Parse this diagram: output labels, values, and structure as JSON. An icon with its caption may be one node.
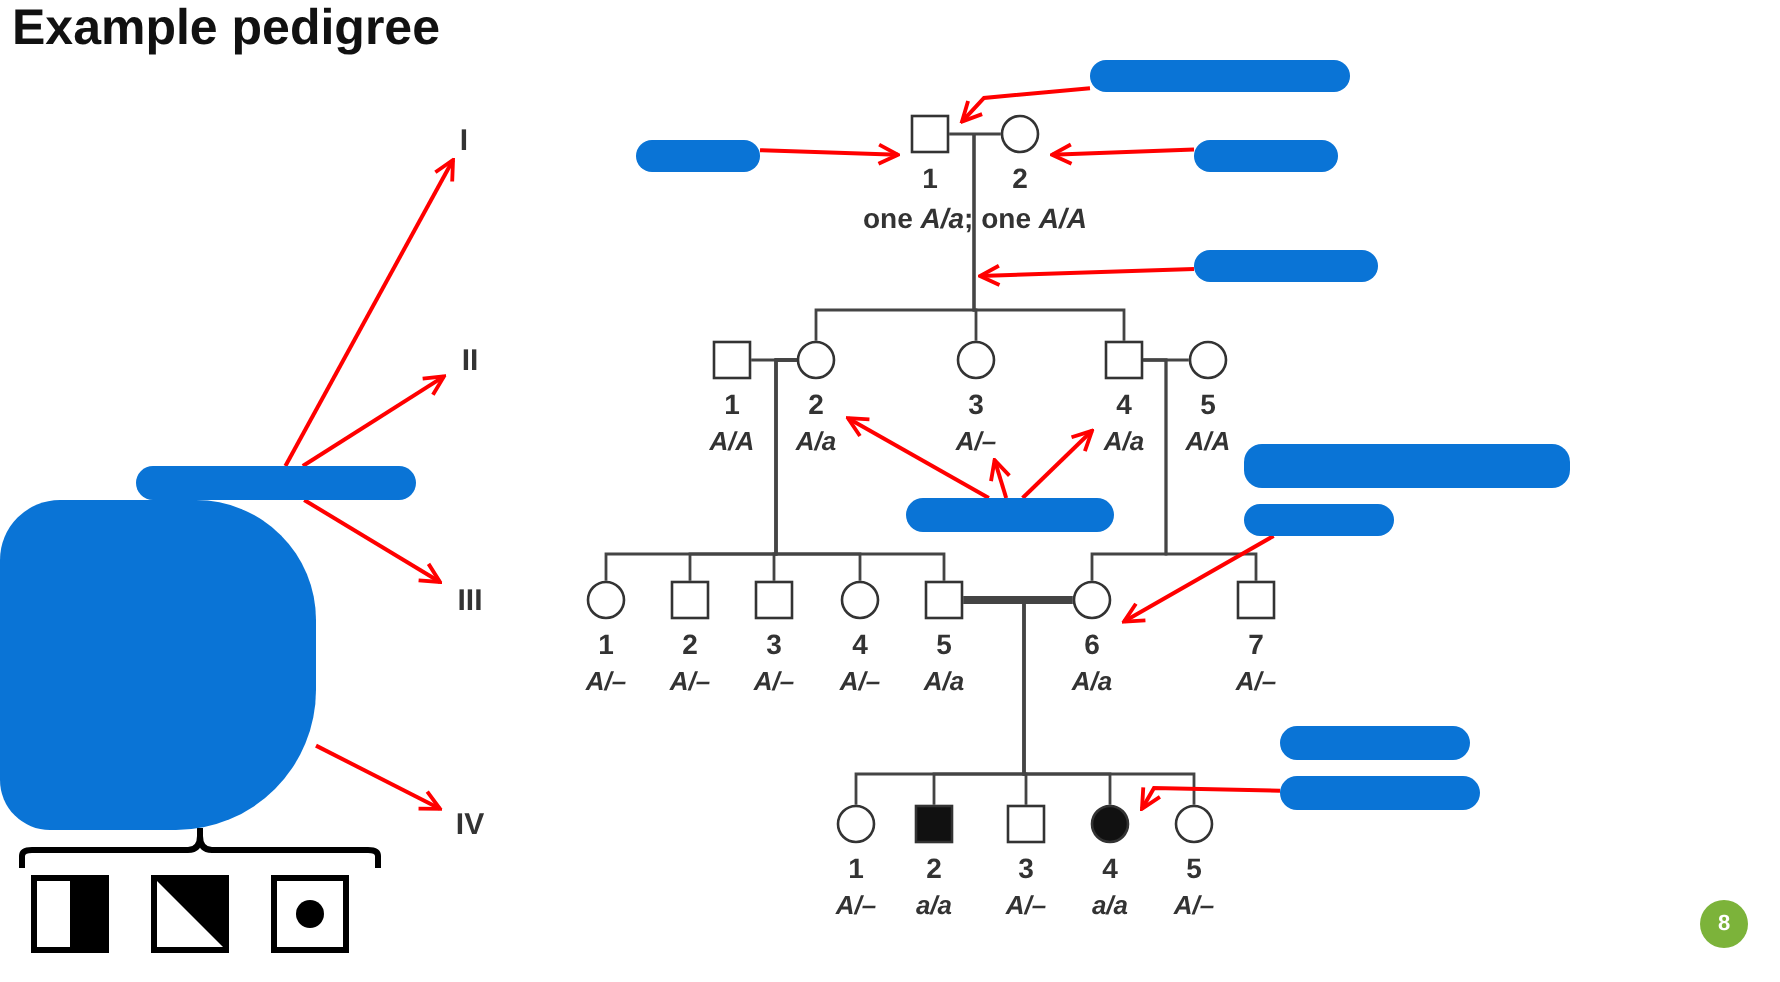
{
  "diagram": {
    "title": "Example pedigree",
    "nodes": [
      {
        "text": [],
        "shape": "scribble"
      },
      {
        "text": [
          "1"
        ]
      },
      {
        "text": [
          "2"
        ]
      },
      {
        "text": [],
        "shape": "scribble"
      },
      {
        "text": [],
        "shape": "scribble"
      },
      {
        "text": [
          "I"
        ]
      },
      {
        "text": [],
        "shape": "scribble"
      },
      {
        "text": [
          "II"
        ]
      },
      {
        "text": [
          "1",
          "A/A"
        ]
      },
      {
        "text": [
          "2",
          "A/a"
        ]
      },
      {
        "text": [
          "3",
          "A/–"
        ]
      },
      {
        "text": [
          "4",
          "A/a"
        ]
      },
      {
        "text": [
          "5",
          "A/A"
        ]
      },
      {
        "text": [],
        "shape": "scribble"
      },
      {
        "text": [],
        "shape": "scribble"
      },
      {
        "text": [],
        "shape": "scribble"
      },
      {
        "text": [],
        "shape": "scribble"
      },
      {
        "text": [
          "III"
        ]
      },
      {
        "text": [
          "1",
          "A/–"
        ]
      },
      {
        "text": [
          "2",
          "A/–"
        ]
      },
      {
        "text": [
          "3",
          "A/–"
        ]
      },
      {
        "text": [
          "4",
          "A/–"
        ]
      },
      {
        "text": [
          "5",
          "A/a"
        ]
      },
      {
        "text": [
          "6",
          "A/a"
        ]
      },
      {
        "text": [
          "7",
          "A/–"
        ]
      },
      {
        "text": [],
        "shape": "scribble"
      },
      {
        "text": [],
        "shape": "scribble"
      },
      {
        "text": [],
        "shape": "scribble"
      },
      {
        "text": [
          "IV"
        ]
      },
      {
        "text": [
          "1",
          "A/–"
        ]
      },
      {
        "text": [
          "2",
          "a/a"
        ]
      },
      {
        "text": [
          "3",
          "A/–"
        ]
      },
      {
        "text": [
          "4",
          "a/a"
        ]
      },
      {
        "text": [
          "5",
          "A/–"
        ]
      },
      {
        "text": [],
        "shape": "box"
      },
      {
        "text": [],
        "shape": "box"
      },
      {
        "text": [],
        "shape": "box"
      }
    ],
    "edges": [
      {
        "from": 1,
        "to": 2,
        "arrow": "none"
      },
      {
        "from": null,
        "to": 9,
        "arrow": "none"
      },
      {
        "from": null,
        "to": 10,
        "arrow": "none"
      },
      {
        "from": null,
        "to": 11,
        "arrow": "none"
      },
      {
        "from": 8,
        "to": 9,
        "arrow": "none"
      },
      {
        "from": 11,
        "to": 12,
        "arrow": "none"
      },
      {
        "from": 9,
        "to": 18,
        "arrow": "none"
      },
      {
        "from": 9,
        "to": 19,
        "arrow": "none"
      },
      {
        "from": 9,
        "to": 20,
        "arrow": "none"
      },
      {
        "from": 9,
        "to": 21,
        "arrow": "none"
      },
      {
        "from": 9,
        "to": 22,
        "arrow": "none"
      },
      {
        "from": 11,
        "to": 23,
        "arrow": "none"
      },
      {
        "from": 11,
        "to": 24,
        "arrow": "none"
      },
      {
        "from": 22,
        "to": 23,
        "arrow": "none",
        "style": "thick"
      },
      {
        "from": null,
        "to": 29,
        "arrow": "none"
      },
      {
        "from": null,
        "to": 30,
        "arrow": "none"
      },
      {
        "from": null,
        "to": 31,
        "arrow": "none"
      },
      {
        "from": null,
        "to": 32,
        "arrow": "none"
      },
      {
        "from": null,
        "to": 33,
        "arrow": "none"
      },
      {
        "from": 0,
        "to": 1,
        "arrow": "to",
        "color": "#ff0000"
      },
      {
        "from": 3,
        "to": 1,
        "arrow": "to",
        "color": "#ff0000"
      },
      {
        "from": 4,
        "to": 2,
        "arrow": "to",
        "color": "#ff0000"
      },
      {
        "from": 6,
        "to": null,
        "arrow": "to",
        "color": "#ff0000"
      },
      {
        "from": 16,
        "to": 9,
        "arrow": "to",
        "color": "#ff0000"
      },
      {
        "from": 16,
        "to": 10,
        "arrow": "to",
        "color": "#ff0000"
      },
      {
        "from": 16,
        "to": 11,
        "arrow": "to",
        "color": "#ff0000"
      },
      {
        "from": 14,
        "to": 23,
        "arrow": "to",
        "color": "#ff0000"
      },
      {
        "from": 15,
        "to": 5,
        "arrow": "to",
        "color": "#ff0000"
      },
      {
        "from": 15,
        "to": 7,
        "arrow": "to",
        "color": "#ff0000"
      },
      {
        "from": 15,
        "to": 17,
        "arrow": "to",
        "color": "#ff0000"
      },
      {
        "from": 25,
        "to": 28,
        "arrow": "to",
        "color": "#ff0000"
      },
      {
        "from": 27,
        "to": 32,
        "arrow": "to",
        "color": "#ff0000"
      }
    ],
    "labels": [
      "one *A/a*; one *A/A*",
      "8"
    ]
  }
}
